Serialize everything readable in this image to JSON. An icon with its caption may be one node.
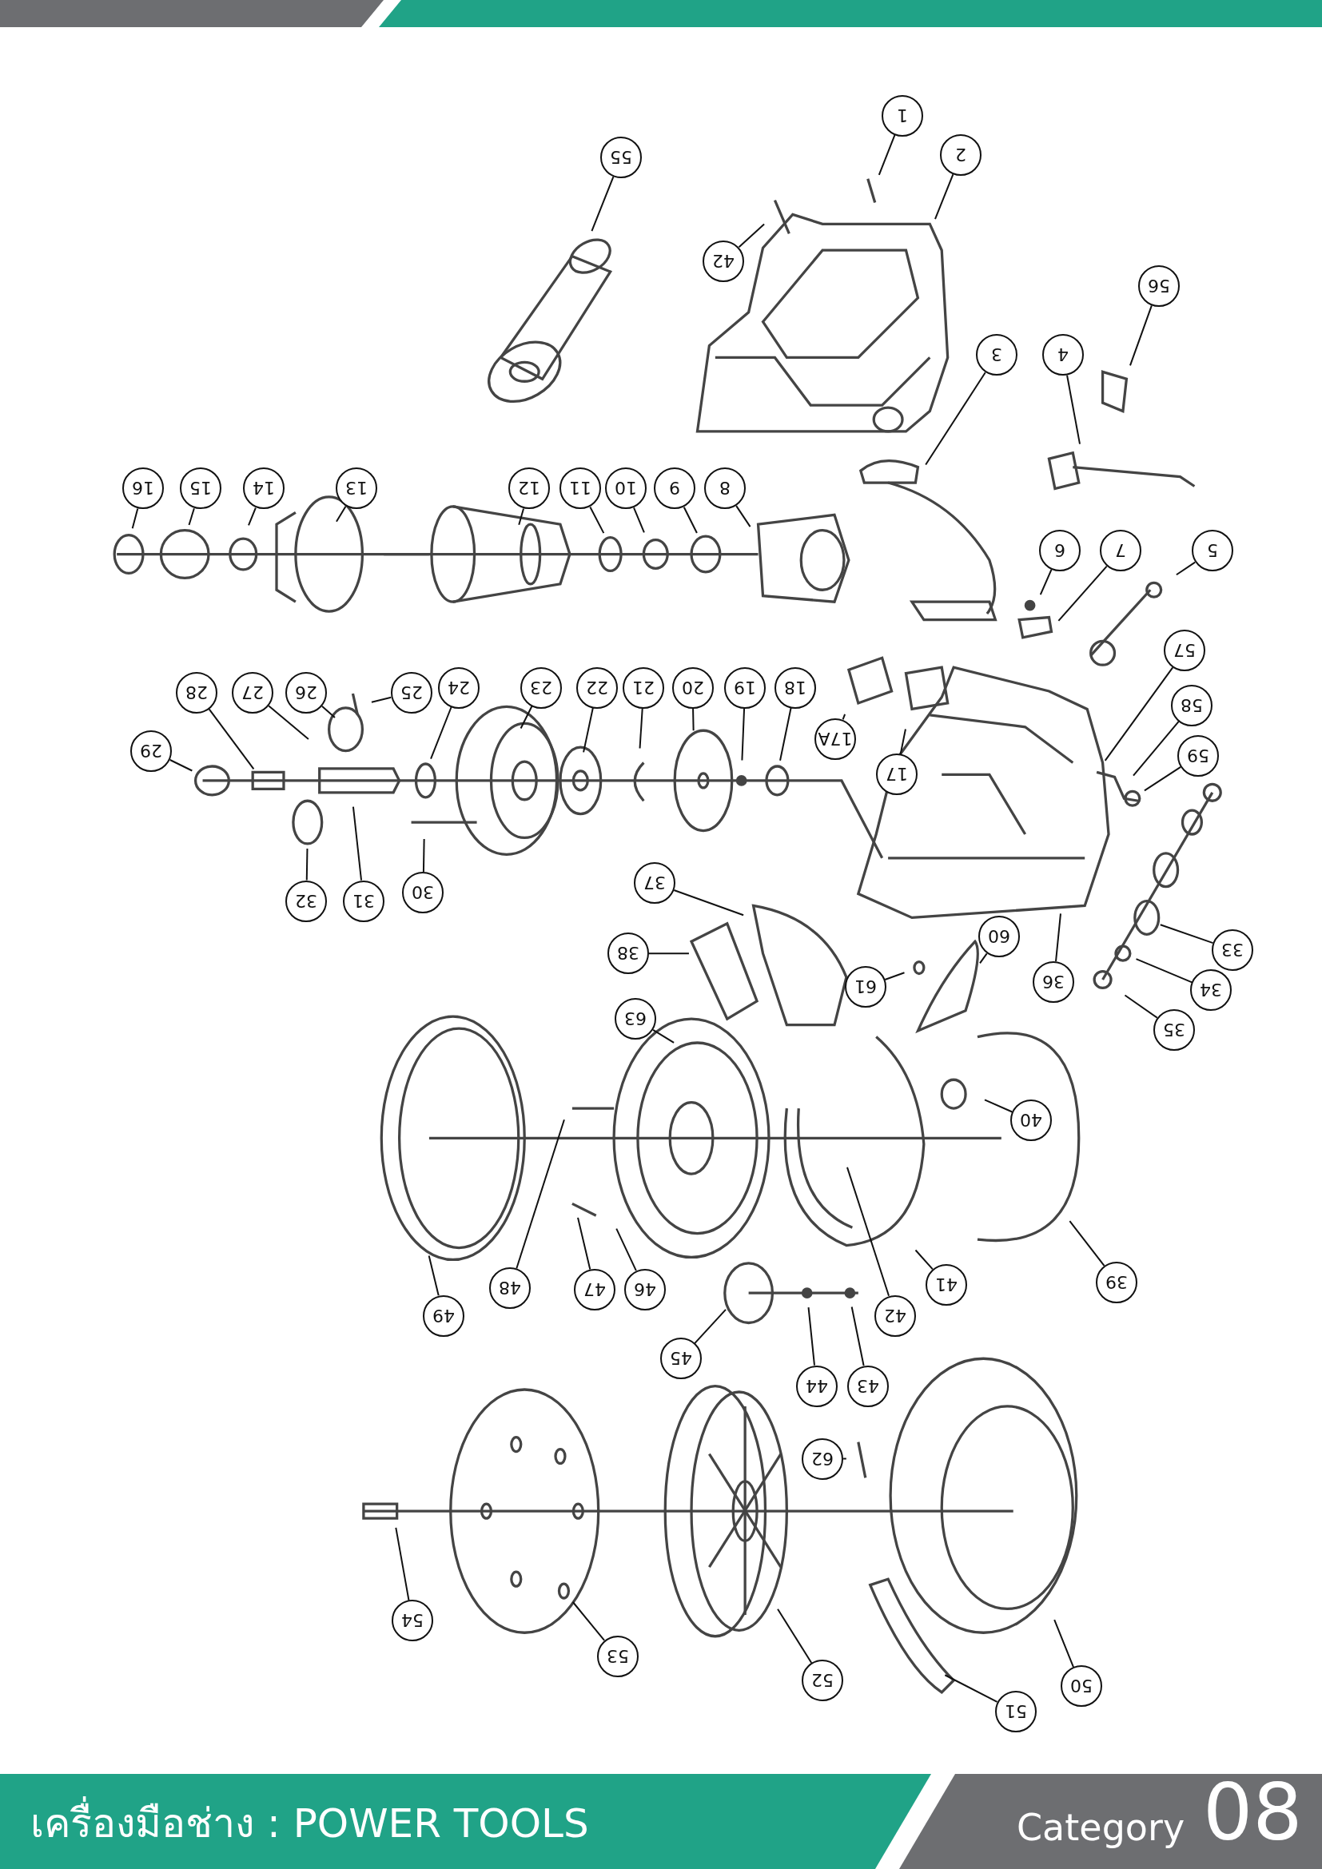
{
  "diagram": {
    "nodes": [
      {
        "text": [
          "55"
        ]
      },
      {
        "text": [
          "42"
        ]
      },
      {
        "text": [
          "1"
        ]
      },
      {
        "text": [
          "2"
        ]
      },
      {
        "text": [
          "56"
        ]
      },
      {
        "text": [
          "3"
        ]
      },
      {
        "text": [
          "4"
        ]
      },
      {
        "text": [
          "16"
        ]
      },
      {
        "text": [
          "15"
        ]
      },
      {
        "text": [
          "14"
        ]
      },
      {
        "text": [
          "13"
        ]
      },
      {
        "text": [
          "12"
        ]
      },
      {
        "text": [
          "11"
        ]
      },
      {
        "text": [
          "10"
        ]
      },
      {
        "text": [
          "9"
        ]
      },
      {
        "text": [
          "8"
        ]
      },
      {
        "text": [
          "6"
        ]
      },
      {
        "text": [
          "7"
        ]
      },
      {
        "text": [
          "5"
        ]
      },
      {
        "text": [
          "57"
        ]
      },
      {
        "text": [
          "28"
        ]
      },
      {
        "text": [
          "27"
        ]
      },
      {
        "text": [
          "26"
        ]
      },
      {
        "text": [
          "25"
        ]
      },
      {
        "text": [
          "24"
        ]
      },
      {
        "text": [
          "23"
        ]
      },
      {
        "text": [
          "22"
        ]
      },
      {
        "text": [
          "21"
        ]
      },
      {
        "text": [
          "20"
        ]
      },
      {
        "text": [
          "19"
        ]
      },
      {
        "text": [
          "18"
        ]
      },
      {
        "text": [
          "58"
        ]
      },
      {
        "text": [
          "17A"
        ]
      },
      {
        "text": [
          "29"
        ]
      },
      {
        "text": [
          "59"
        ]
      },
      {
        "text": [
          "17"
        ]
      },
      {
        "text": [
          "37"
        ]
      },
      {
        "text": [
          "30"
        ]
      },
      {
        "text": [
          "32"
        ]
      },
      {
        "text": [
          "31"
        ]
      },
      {
        "text": [
          "60"
        ]
      },
      {
        "text": [
          "33"
        ]
      },
      {
        "text": [
          "38"
        ]
      },
      {
        "text": [
          "36"
        ]
      },
      {
        "text": [
          "61"
        ]
      },
      {
        "text": [
          "34"
        ]
      },
      {
        "text": [
          "63"
        ]
      },
      {
        "text": [
          "35"
        ]
      },
      {
        "text": [
          "40"
        ]
      },
      {
        "text": [
          "39"
        ]
      },
      {
        "text": [
          "41"
        ]
      },
      {
        "text": [
          "48"
        ]
      },
      {
        "text": [
          "47"
        ]
      },
      {
        "text": [
          "46"
        ]
      },
      {
        "text": [
          "49"
        ]
      },
      {
        "text": [
          "42"
        ]
      },
      {
        "text": [
          "45"
        ]
      },
      {
        "text": [
          "44"
        ]
      },
      {
        "text": [
          "43"
        ]
      },
      {
        "text": [
          "62"
        ]
      },
      {
        "text": [
          "54"
        ]
      },
      {
        "text": [
          "53"
        ]
      },
      {
        "text": [
          "52"
        ]
      },
      {
        "text": [
          "50"
        ]
      },
      {
        "text": [
          "51"
        ]
      }
    ],
    "edges": [
      {
        "from": 0,
        "to": null,
        "arrow": "none"
      },
      {
        "from": 1,
        "to": null,
        "arrow": "none"
      },
      {
        "from": 2,
        "to": null,
        "arrow": "none"
      },
      {
        "from": 3,
        "to": null,
        "arrow": "none"
      },
      {
        "from": 4,
        "to": null,
        "arrow": "none"
      },
      {
        "from": 5,
        "to": null,
        "arrow": "none"
      },
      {
        "from": 6,
        "to": null,
        "arrow": "none"
      },
      {
        "from": 7,
        "to": null,
        "arrow": "none"
      },
      {
        "from": 8,
        "to": null,
        "arrow": "none"
      },
      {
        "from": 9,
        "to": null,
        "arrow": "none"
      },
      {
        "from": 10,
        "to": null,
        "arrow": "none"
      },
      {
        "from": 11,
        "to": null,
        "arrow": "none"
      },
      {
        "from": 12,
        "to": null,
        "arrow": "none"
      },
      {
        "from": 13,
        "to": null,
        "arrow": "none"
      },
      {
        "from": 14,
        "to": null,
        "arrow": "none"
      },
      {
        "from": 15,
        "to": null,
        "arrow": "none"
      },
      {
        "from": 16,
        "to": null,
        "arrow": "none"
      },
      {
        "from": 17,
        "to": null,
        "arrow": "none"
      },
      {
        "from": 18,
        "to": null,
        "arrow": "none"
      },
      {
        "from": 19,
        "to": null,
        "arrow": "none"
      },
      {
        "from": 20,
        "to": null,
        "arrow": "none"
      },
      {
        "from": 21,
        "to": null,
        "arrow": "none"
      },
      {
        "from": 22,
        "to": null,
        "arrow": "none"
      },
      {
        "from": 23,
        "to": null,
        "arrow": "none"
      },
      {
        "from": 24,
        "to": null,
        "arrow": "none"
      },
      {
        "from": 25,
        "to": null,
        "arrow": "none"
      },
      {
        "from": 26,
        "to": null,
        "arrow": "none"
      },
      {
        "from": 27,
        "to": null,
        "arrow": "none"
      },
      {
        "from": 28,
        "to": null,
        "arrow": "none"
      },
      {
        "from": 29,
        "to": null,
        "arrow": "none"
      },
      {
        "from": 30,
        "to": null,
        "arrow": "none"
      },
      {
        "from": 31,
        "to": null,
        "arrow": "none"
      },
      {
        "from": 32,
        "to": null,
        "arrow": "none"
      },
      {
        "from": 33,
        "to": null,
        "arrow": "none"
      },
      {
        "from": 34,
        "to": null,
        "arrow": "none"
      },
      {
        "from": 35,
        "to": null,
        "arrow": "none"
      },
      {
        "from": 36,
        "to": null,
        "arrow": "none"
      },
      {
        "from": 37,
        "to": null,
        "arrow": "none"
      },
      {
        "from": 38,
        "to": null,
        "arrow": "none"
      },
      {
        "from": 39,
        "to": null,
        "arrow": "none"
      },
      {
        "from": 40,
        "to": null,
        "arrow": "none"
      },
      {
        "from": 41,
        "to": null,
        "arrow": "none"
      },
      {
        "from": 42,
        "to": null,
        "arrow": "none"
      },
      {
        "from": 43,
        "to": null,
        "arrow": "none"
      },
      {
        "from": 44,
        "to": null,
        "arrow": "none"
      },
      {
        "from": 45,
        "to": null,
        "arrow": "none"
      },
      {
        "from": 46,
        "to": null,
        "arrow": "none"
      },
      {
        "from": 47,
        "to": null,
        "arrow": "none"
      },
      {
        "from": 48,
        "to": null,
        "arrow": "none"
      },
      {
        "from": 49,
        "to": null,
        "arrow": "none"
      },
      {
        "from": 50,
        "to": null,
        "arrow": "none"
      },
      {
        "from": 51,
        "to": null,
        "arrow": "none"
      },
      {
        "from": 52,
        "to": null,
        "arrow": "none"
      },
      {
        "from": 53,
        "to": null,
        "arrow": "none"
      },
      {
        "from": 54,
        "to": null,
        "arrow": "none"
      },
      {
        "from": 55,
        "to": null,
        "arrow": "none"
      },
      {
        "from": 56,
        "to": null,
        "arrow": "none"
      },
      {
        "from": 57,
        "to": null,
        "arrow": "none"
      },
      {
        "from": 58,
        "to": null,
        "arrow": "none"
      },
      {
        "from": 59,
        "to": null,
        "arrow": "none"
      },
      {
        "from": 60,
        "to": null,
        "arrow": "none"
      },
      {
        "from": 61,
        "to": null,
        "arrow": "none"
      },
      {
        "from": 62,
        "to": null,
        "arrow": "none"
      },
      {
        "from": 63,
        "to": null,
        "arrow": "none"
      },
      {
        "from": 64,
        "to": null,
        "arrow": "none"
      }
    ],
    "labels": [
      "เครื่องมือช่าง : POWER TOOLS",
      "Category",
      "08"
    ]
  }
}
